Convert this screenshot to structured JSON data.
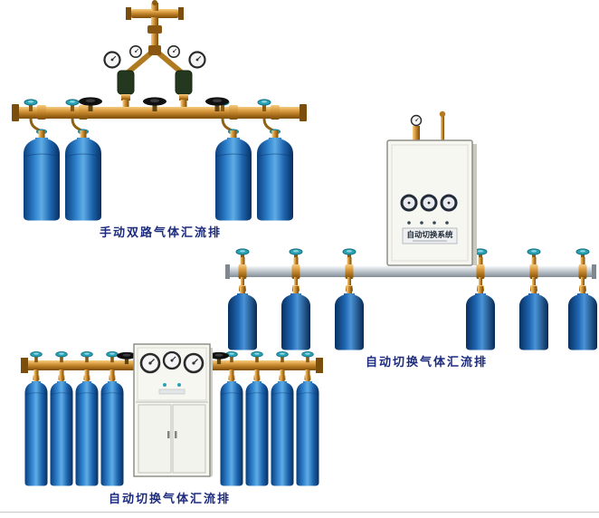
{
  "page": {
    "background": "#ffffff",
    "caption_color": "#1c2b7d"
  },
  "figures": [
    {
      "id": "manual-dual-manifold",
      "caption": "手动双路气体汇流排",
      "cylinder_count": 4
    },
    {
      "id": "auto-switch-wall-manifold",
      "caption": "自动切换气体汇流排",
      "cabinet_label": "自动切换系统",
      "cylinder_count": 6
    },
    {
      "id": "auto-switch-floor-manifold",
      "caption": "自动切换气体汇流排",
      "cylinder_count": 8
    }
  ],
  "palette": {
    "brass_pipe": "#c8862a",
    "silver_pipe": "#c6cdd4",
    "cylinder_blue": "#1f66b2",
    "valve_teal": "#2aa2b6",
    "cabinet_white": "#f7f7f2"
  }
}
